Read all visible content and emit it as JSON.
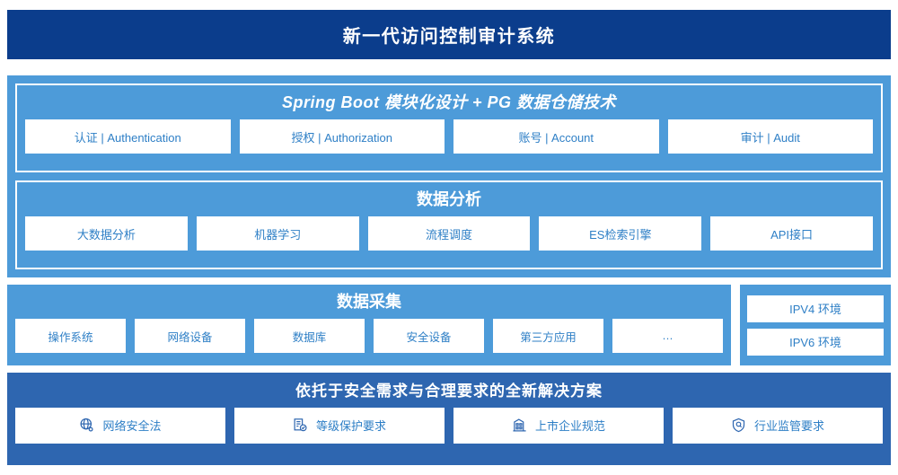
{
  "header": {
    "title": "新一代访问控制审计系统"
  },
  "architecture": {
    "platform": {
      "title": "Spring Boot 模块化设计 + PG 数据仓储技术",
      "cards": [
        {
          "label": "认证 | Authentication"
        },
        {
          "label": "授权 | Authorization"
        },
        {
          "label": "账号 | Account"
        },
        {
          "label": "审计 | Audit"
        }
      ]
    },
    "analysis": {
      "title": "数据分析",
      "cards": [
        {
          "label": "大数据分析"
        },
        {
          "label": "机器学习"
        },
        {
          "label": "流程调度"
        },
        {
          "label": "ES检索引擎"
        },
        {
          "label": "API接口"
        }
      ]
    }
  },
  "collection": {
    "title": "数据采集",
    "cards": [
      {
        "label": "操作系统"
      },
      {
        "label": "网络设备"
      },
      {
        "label": "数据库"
      },
      {
        "label": "安全设备"
      },
      {
        "label": "第三方应用"
      },
      {
        "label": "…"
      }
    ]
  },
  "environment": {
    "cards": [
      {
        "label": "IPV4 环境"
      },
      {
        "label": "IPV6 环境"
      }
    ]
  },
  "compliance": {
    "title": "依托于安全需求与合理要求的全新解决方案",
    "cards": [
      {
        "label": "网络安全法",
        "icon": "globe-icon"
      },
      {
        "label": "等级保护要求",
        "icon": "document-check-icon"
      },
      {
        "label": "上市企业规范",
        "icon": "building-icon"
      },
      {
        "label": "行业监管要求",
        "icon": "shield-search-icon"
      }
    ]
  },
  "colors": {
    "header_bg": "#0B3D8C",
    "panel_light": "#4D9BD9",
    "panel_deep": "#2E66B0",
    "card_bg": "#FFFFFF",
    "card_text": "#2E7FC6"
  }
}
